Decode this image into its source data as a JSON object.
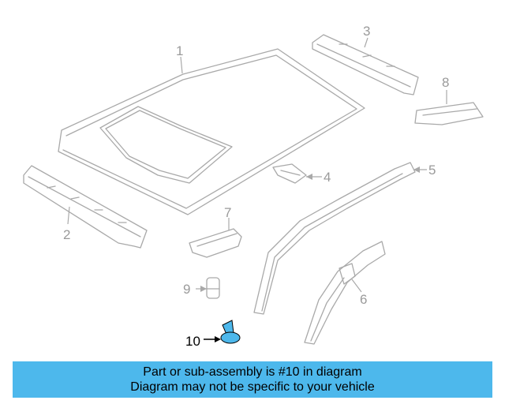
{
  "diagram": {
    "callouts": [
      {
        "id": "1",
        "label": "1"
      },
      {
        "id": "2",
        "label": "2"
      },
      {
        "id": "3",
        "label": "3"
      },
      {
        "id": "4",
        "label": "4"
      },
      {
        "id": "5",
        "label": "5"
      },
      {
        "id": "6",
        "label": "6"
      },
      {
        "id": "7",
        "label": "7"
      },
      {
        "id": "8",
        "label": "8"
      },
      {
        "id": "9",
        "label": "9"
      },
      {
        "id": "10",
        "label": "10"
      }
    ],
    "highlight_part": "10",
    "highlight_color": "#4db8ec"
  },
  "banner": {
    "line1": "Part or sub-assembly is #10 in diagram",
    "line2": "Diagram may not be specific to your vehicle",
    "background": "#4db8ec"
  }
}
